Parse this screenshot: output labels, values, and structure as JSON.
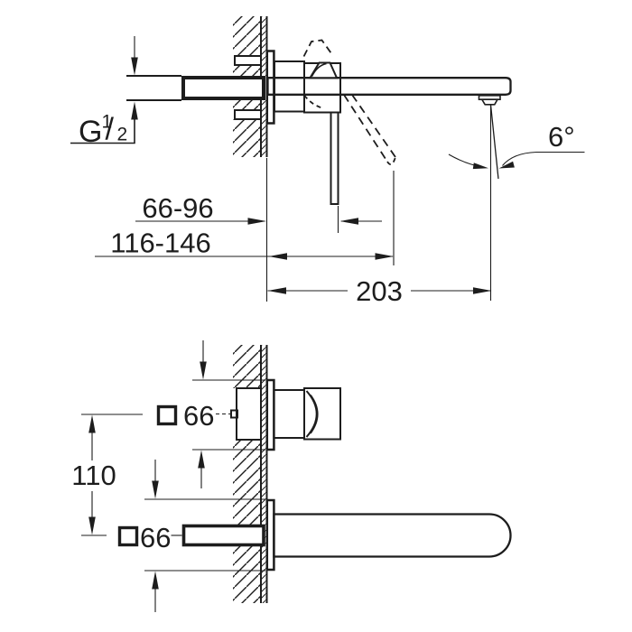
{
  "colors": {
    "line": "#1d1d1d",
    "background": "#ffffff"
  },
  "side_view": {
    "thread_label": {
      "prefix": "G",
      "numerator": "1",
      "slash": "/",
      "denominator": "2"
    },
    "dim_wall_to_lever_closed": "66-96",
    "dim_wall_to_lever_open": "116-146",
    "dim_spout_projection": "203",
    "dim_spout_angle": "6°"
  },
  "front_view": {
    "dim_upper_plate_width": "66",
    "dim_lower_plate_width": "66",
    "dim_plate_spacing": "110"
  }
}
